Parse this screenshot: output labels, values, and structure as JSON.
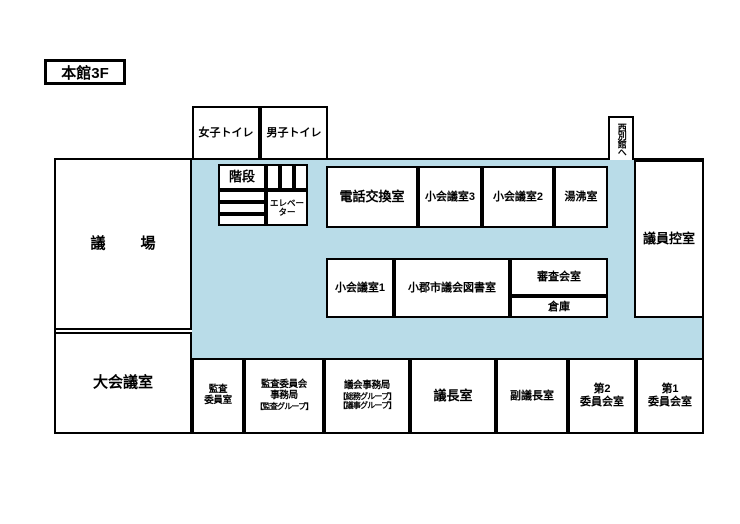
{
  "title": "本館3F",
  "colors": {
    "corridor": "#b9dce8",
    "wall": "#000000",
    "room_fill": "#ffffff",
    "page_background": "#ffffff"
  },
  "rooms": {
    "assembly_hall": "議　場",
    "womens_toilet": "女子トイレ",
    "mens_toilet": "男子トイレ",
    "stairs": "階段",
    "elevator": "エレベーター",
    "telephone_exchange": "電話交換室",
    "small_meeting_3": "小会議室3",
    "small_meeting_2": "小会議室2",
    "hot_water": "湯沸室",
    "west_annex": "西別館へ",
    "members_lounge": "議員控室",
    "small_meeting_1": "小会議室1",
    "council_library": "小郡市議会図書室",
    "examination_room": "審査会室",
    "storage": "倉庫",
    "large_meeting": "大会議室",
    "audit_commissioner": "監査\n委員室",
    "audit_commissioner_line1": "監査",
    "audit_commissioner_line2": "委員室",
    "audit_secretariat_line1": "監査委員会",
    "audit_secretariat_line2": "事務局",
    "audit_secretariat_line3": "【監査グループ】",
    "council_secretariat_line1": "議会事務局",
    "council_secretariat_line2": "【総務グループ】",
    "council_secretariat_line3": "【議事グループ】",
    "chairman_room": "議長室",
    "vice_chairman_room": "副議長室",
    "committee_room_2_line1": "第2",
    "committee_room_2_line2": "委員会室",
    "committee_room_1_line1": "第1",
    "committee_room_1_line2": "委員会室"
  }
}
